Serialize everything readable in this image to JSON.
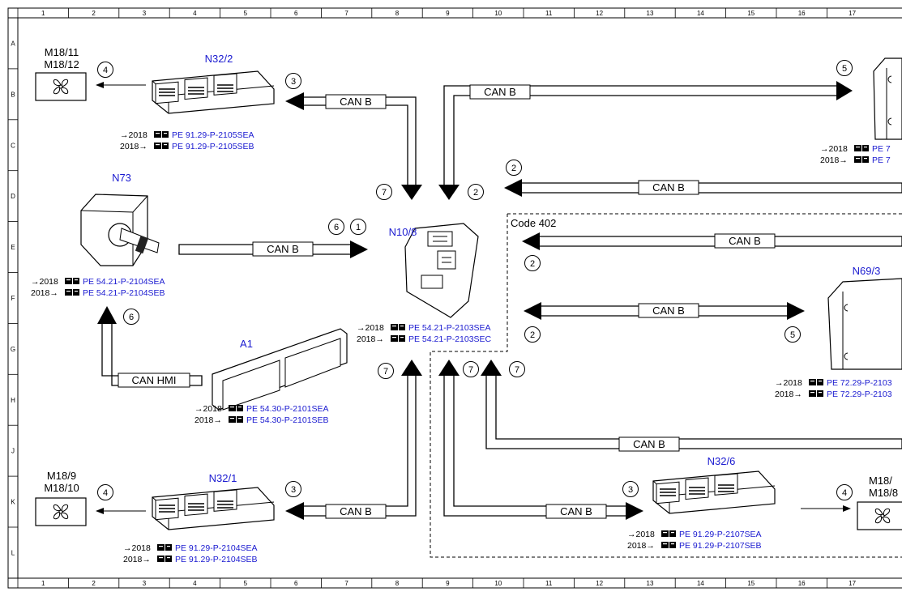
{
  "columns": [
    "1",
    "2",
    "3",
    "4",
    "5",
    "6",
    "7",
    "8",
    "9",
    "10",
    "11",
    "12",
    "13",
    "14",
    "15",
    "16",
    "17"
  ],
  "rows": [
    "A",
    "B",
    "C",
    "D",
    "E",
    "F",
    "G",
    "H",
    "J",
    "K",
    "L"
  ],
  "modules": {
    "n32_2": {
      "label": "N32/2",
      "refs": [
        {
          "prefix": "→2018",
          "code": "PE 91.29-P-2105SEA"
        },
        {
          "prefix": "2018→",
          "code": "PE 91.29-P-2105SEB"
        }
      ]
    },
    "n32_1": {
      "label": "N32/1",
      "refs": [
        {
          "prefix": "→2018",
          "code": "PE 91.29-P-2104SEA"
        },
        {
          "prefix": "2018→",
          "code": "PE 91.29-P-2104SEB"
        }
      ]
    },
    "n32_6": {
      "label": "N32/6",
      "refs": [
        {
          "prefix": "→2018",
          "code": "PE 91.29-P-2107SEA"
        },
        {
          "prefix": "2018→",
          "code": "PE 91.29-P-2107SEB"
        }
      ]
    },
    "n73": {
      "label": "N73",
      "refs": [
        {
          "prefix": "→2018",
          "code": "PE 54.21-P-2104SEA"
        },
        {
          "prefix": "2018→",
          "code": "PE 54.21-P-2104SEB"
        }
      ]
    },
    "a1": {
      "label": "A1",
      "refs": [
        {
          "prefix": "→2018",
          "code": "PE 54.30-P-2101SEA"
        },
        {
          "prefix": "2018→",
          "code": "PE 54.30-P-2101SEB"
        }
      ]
    },
    "n10_8": {
      "label": "N10/8",
      "refs": [
        {
          "prefix": "→2018",
          "code": "PE 54.21-P-2103SEA"
        },
        {
          "prefix": "2018→",
          "code": "PE 54.21-P-2103SEC"
        }
      ]
    },
    "n69_3": {
      "label": "N69/3",
      "refs": [
        {
          "prefix": "→2018",
          "code": "PE 72.29-P-2103"
        },
        {
          "prefix": "2018→",
          "code": "PE 72.29-P-2103"
        }
      ]
    },
    "top_right": {
      "refs": [
        {
          "prefix": "→2018",
          "code": "PE 7"
        },
        {
          "prefix": "2018→",
          "code": "PE 7"
        }
      ]
    }
  },
  "fans": {
    "top": [
      "M18/11",
      "M18/12"
    ],
    "bottom": [
      "M18/9",
      "M18/10"
    ],
    "right": [
      "M18/",
      "M18/8"
    ]
  },
  "bus": {
    "can_b": "CAN B",
    "can_hmi": "CAN HMI"
  },
  "code_area": "Code 402",
  "num": {
    "n1": "1",
    "n2": "2",
    "n3": "3",
    "n4": "4",
    "n5": "5",
    "n6": "6",
    "n7": "7"
  }
}
